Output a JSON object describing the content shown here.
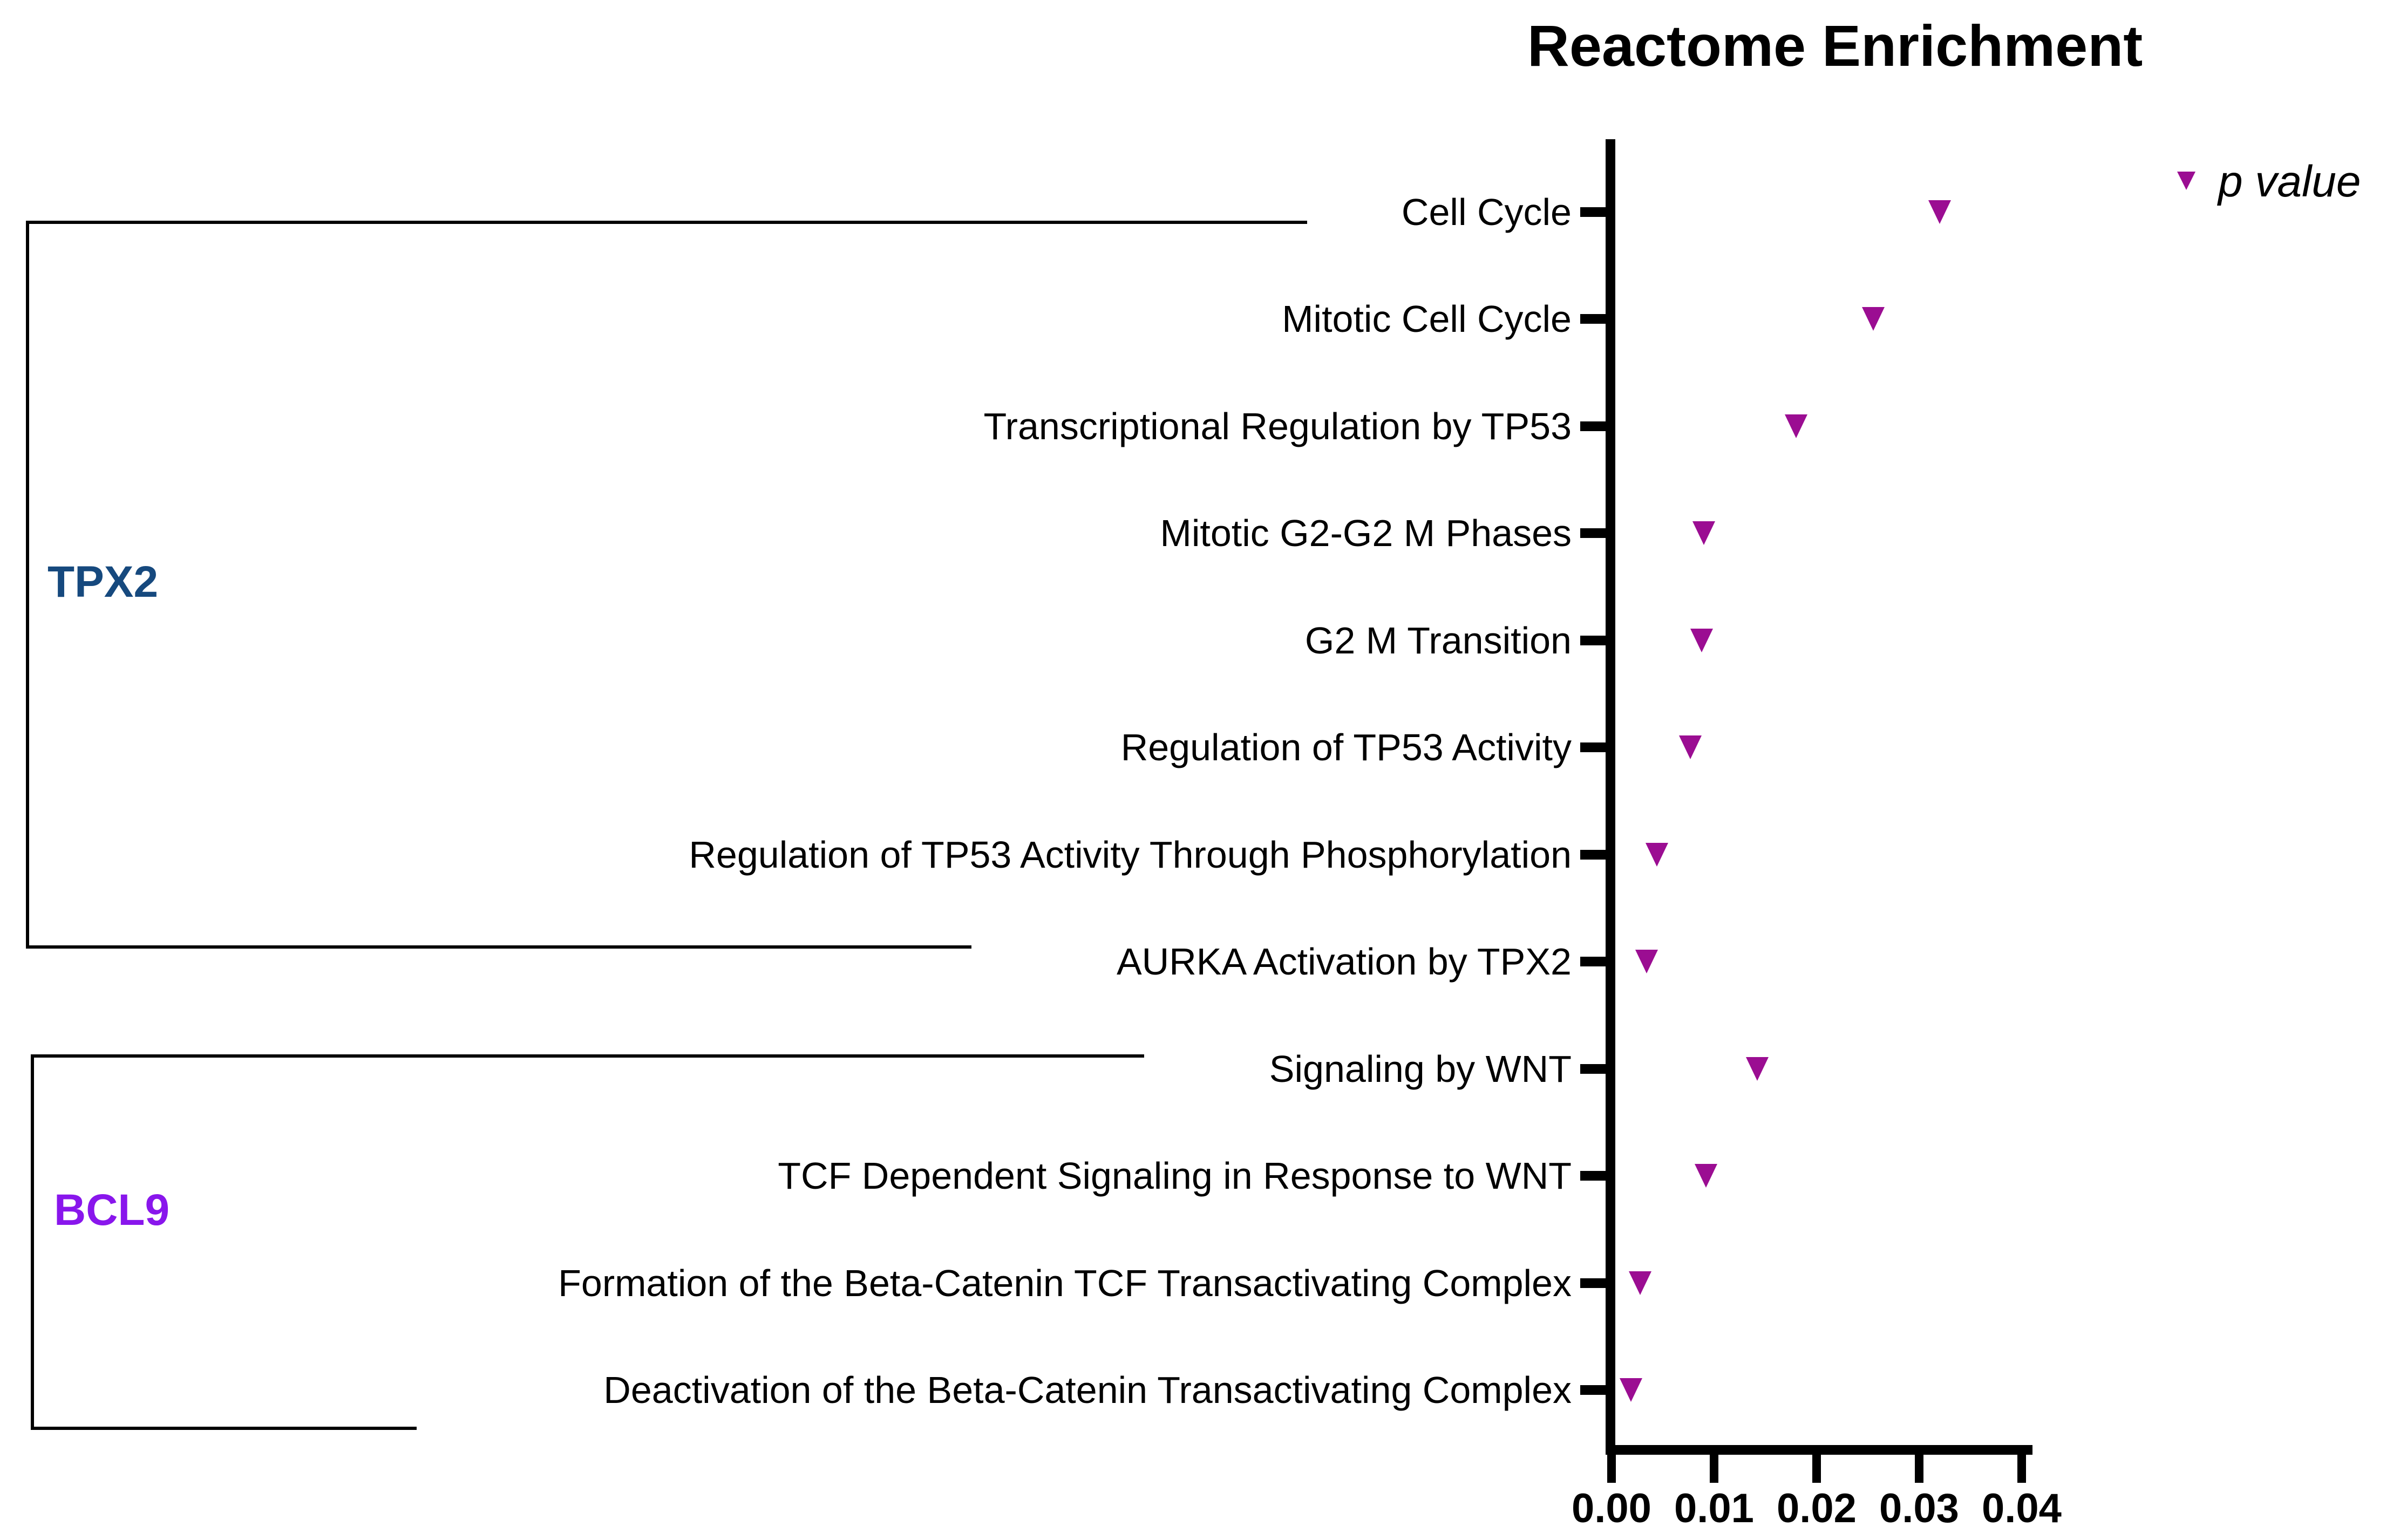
{
  "title": "Reactome Enrichment",
  "legend": {
    "label": "p value",
    "marker": "triangle-down-icon",
    "marker_color": "#9B0D92"
  },
  "groups": [
    {
      "name": "TPX2",
      "color": "#16497E",
      "first_row": 0,
      "last_row": 7
    },
    {
      "name": "BCL9",
      "color": "#8916EC",
      "first_row": 8,
      "last_row": 11
    }
  ],
  "chart_data": {
    "type": "scatter",
    "marker": "triangle-down",
    "marker_color": "#9B0D92",
    "title": "Reactome Enrichment",
    "xlabel": "",
    "ylabel": "",
    "grid": false,
    "legend_position": "top-right",
    "categories": [
      "Cell Cycle",
      "Mitotic Cell Cycle",
      "Transcriptional Regulation by TP53",
      "Mitotic G2-G2 M Phases",
      "G2 M Transition",
      "Regulation of TP53 Activity",
      "Regulation of TP53 Activity Through Phosphorylation",
      "AURKA Activation by TPX2",
      "Signaling by WNT",
      "TCF Dependent Signaling in Response to WNT",
      "Formation of the Beta-Catenin TCF Transactivating Complex",
      "Deactivation of the Beta-Catenin Transactivating Complex"
    ],
    "values": [
      0.032,
      0.0255,
      0.018,
      0.009,
      0.0088,
      0.0077,
      0.0044,
      0.0034,
      0.0142,
      0.0092,
      0.0028,
      0.0019
    ],
    "series_name": "p value",
    "x_axis": {
      "range": [
        0.0,
        0.04
      ],
      "ticks": [
        0.0,
        0.01,
        0.02,
        0.03,
        0.04
      ],
      "tick_labels": [
        "0.00",
        "0.01",
        "0.02",
        "0.03",
        "0.04"
      ]
    }
  }
}
